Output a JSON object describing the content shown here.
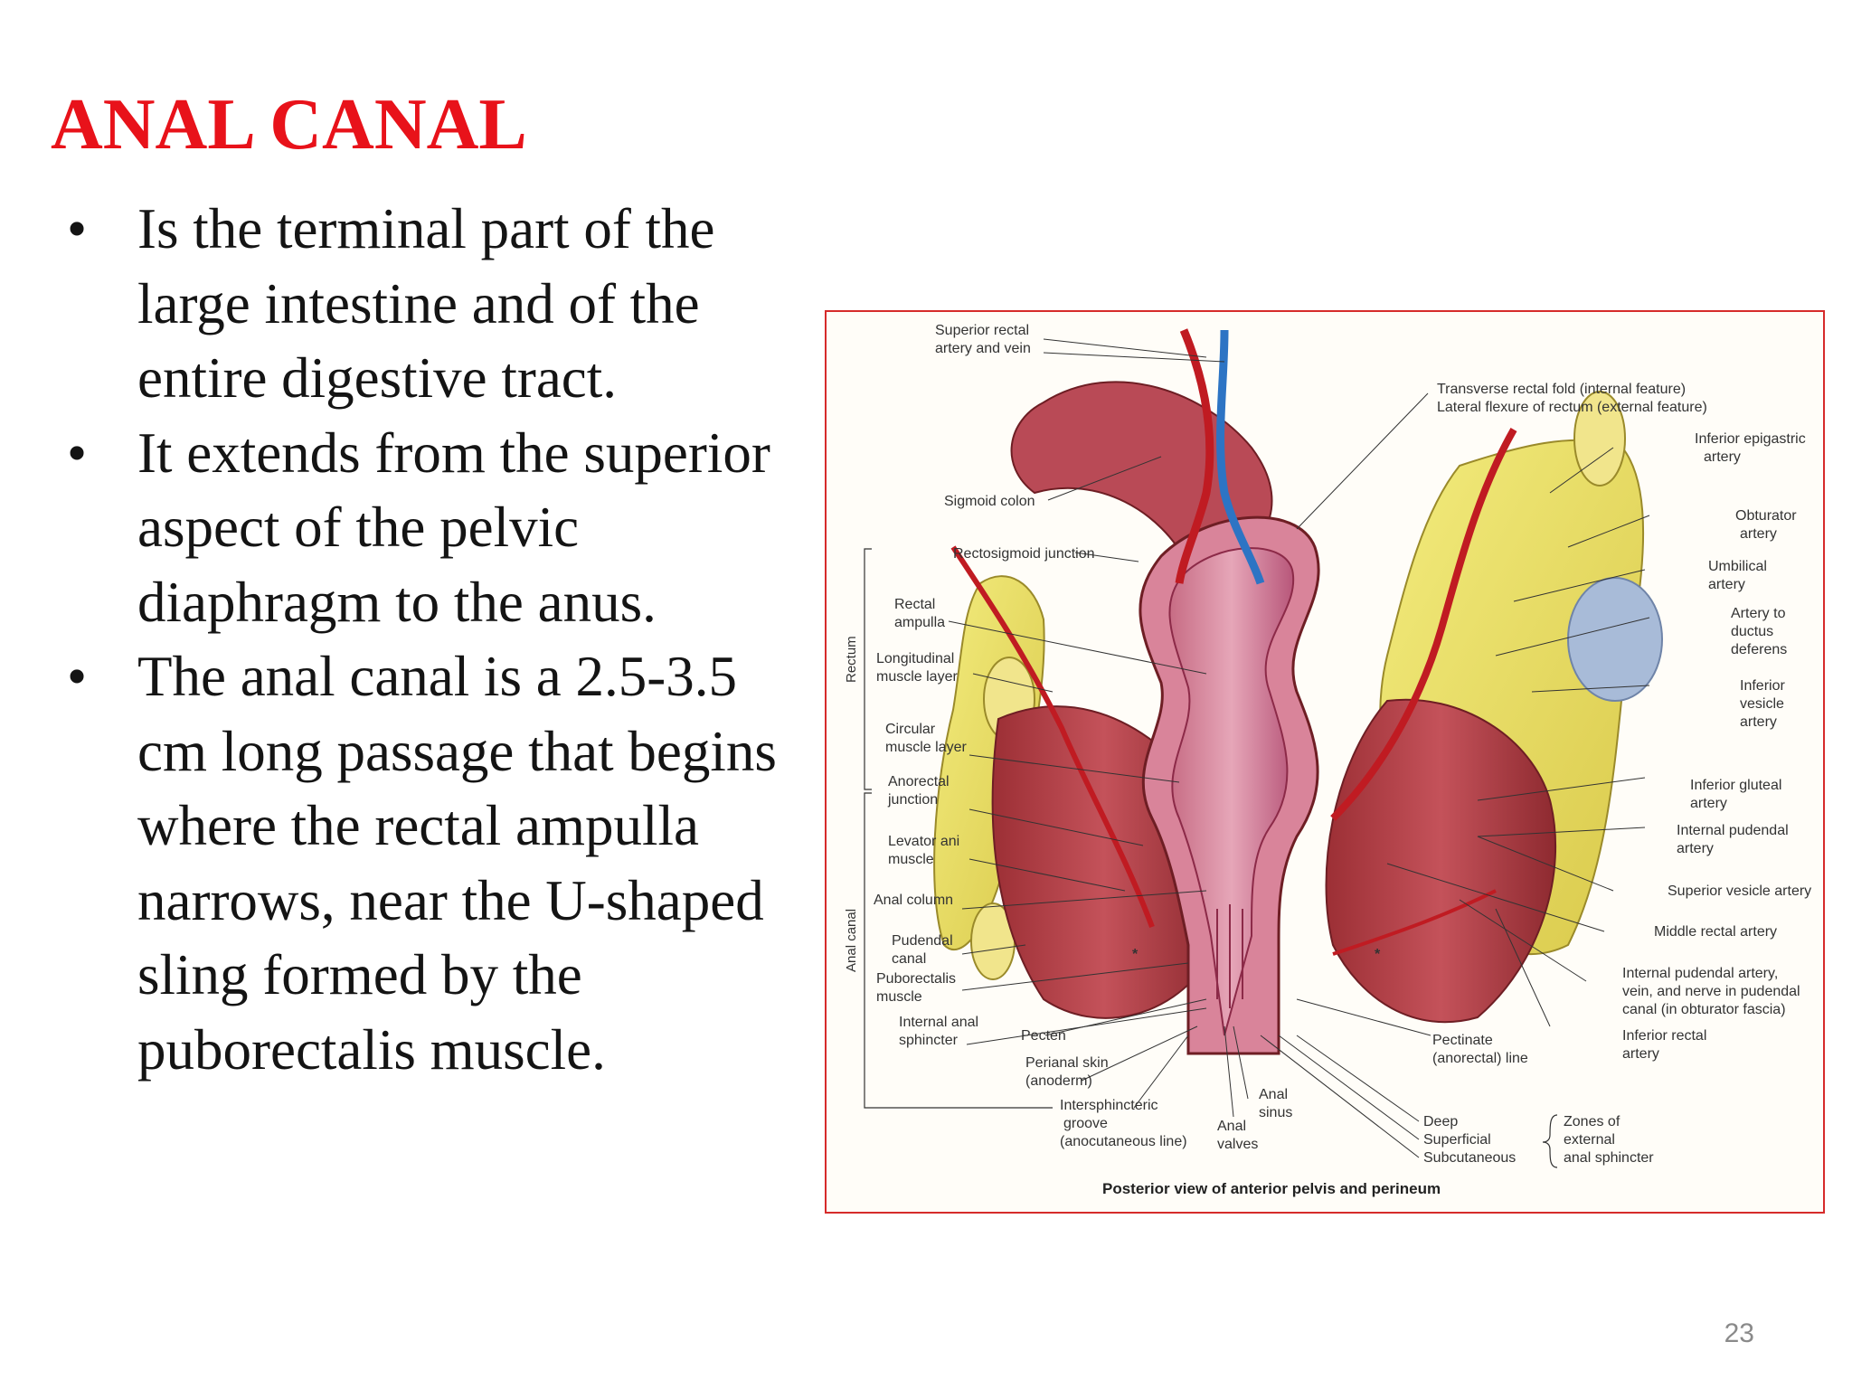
{
  "slide": {
    "title": "ANAL CANAL",
    "bullets": [
      "Is the terminal part of the large intestine and of the entire digestive tract.",
      "It extends from the superior aspect of the pelvic diaphragm to the anus.",
      "The anal canal is a 2.5-3.5 cm long passage that begins where the rectal ampulla narrows, near the U-shaped sling formed by the puborectalis muscle."
    ],
    "bullet_symbol": "•",
    "slide_number": "23",
    "title_color": "#e8121a"
  },
  "figure": {
    "caption": "Posterior view of anterior pelvis and perineum",
    "side_labels": {
      "rectum": "Rectum",
      "anal_canal": "Anal canal"
    },
    "labels": {
      "superior_rectal_1": "Superior rectal",
      "superior_rectal_2": "artery and vein",
      "transverse_fold": "Transverse rectal fold (internal feature)",
      "lateral_flexure": "Lateral flexure of rectum (external feature)",
      "inferior_epigastric_1": "Inferior epigastric",
      "inferior_epigastric_2": "artery",
      "sigmoid_colon": "Sigmoid colon",
      "obturator_1": "Obturator",
      "obturator_2": "artery",
      "rectosigmoid": "Rectosigmoid junction",
      "umbilical_1": "Umbilical",
      "umbilical_2": "artery",
      "rectal_ampulla_1": "Rectal",
      "rectal_ampulla_2": "ampulla",
      "ductus_1": "Artery to",
      "ductus_2": "ductus",
      "ductus_3": "deferens",
      "longitudinal_1": "Longitudinal",
      "longitudinal_2": "muscle layer",
      "inf_vesicle_1": "Inferior",
      "inf_vesicle_2": "vesicle",
      "inf_vesicle_3": "artery",
      "circular_1": "Circular",
      "circular_2": "muscle layer",
      "anorectal_1": "Anorectal",
      "anorectal_2": "junction",
      "inf_gluteal_1": "Inferior gluteal",
      "inf_gluteal_2": "artery",
      "int_pudendal_1": "Internal pudendal",
      "int_pudendal_2": "artery",
      "levator_1": "Levator ani",
      "levator_2": "muscle",
      "sup_vesicle": "Superior vesicle artery",
      "anal_column": "Anal column",
      "middle_rectal": "Middle rectal artery",
      "pudendal_canal_1": "Pudendal",
      "pudendal_canal_2": "canal",
      "ipan_1": "Internal pudendal artery,",
      "ipan_2": "vein, and nerve in pudendal",
      "ipan_3": "canal (in obturator fascia)",
      "puborectalis_1": "Puborectalis",
      "puborectalis_2": "muscle",
      "int_sphincter_1": "Internal anal",
      "int_sphincter_2": "sphincter",
      "pecten": "Pecten",
      "perianal_1": "Perianal skin",
      "perianal_2": "(anoderm)",
      "pectinate_1": "Pectinate",
      "pectinate_2": "(anorectal) line",
      "inf_rectal_1": "Inferior rectal",
      "inf_rectal_2": "artery",
      "anal_sinus_1": "Anal",
      "anal_sinus_2": "sinus",
      "intersph_1": "Intersphincteric",
      "intersph_2": "groove",
      "intersph_3": "(anocutaneous line)",
      "anal_valves_1": "Anal",
      "anal_valves_2": "valves",
      "deep": "Deep",
      "superficial": "Superficial",
      "subcutaneous": "Subcutaneous",
      "zones_1": "Zones of",
      "zones_2": "external",
      "zones_3": "anal sphincter",
      "asterisk": "*"
    }
  }
}
